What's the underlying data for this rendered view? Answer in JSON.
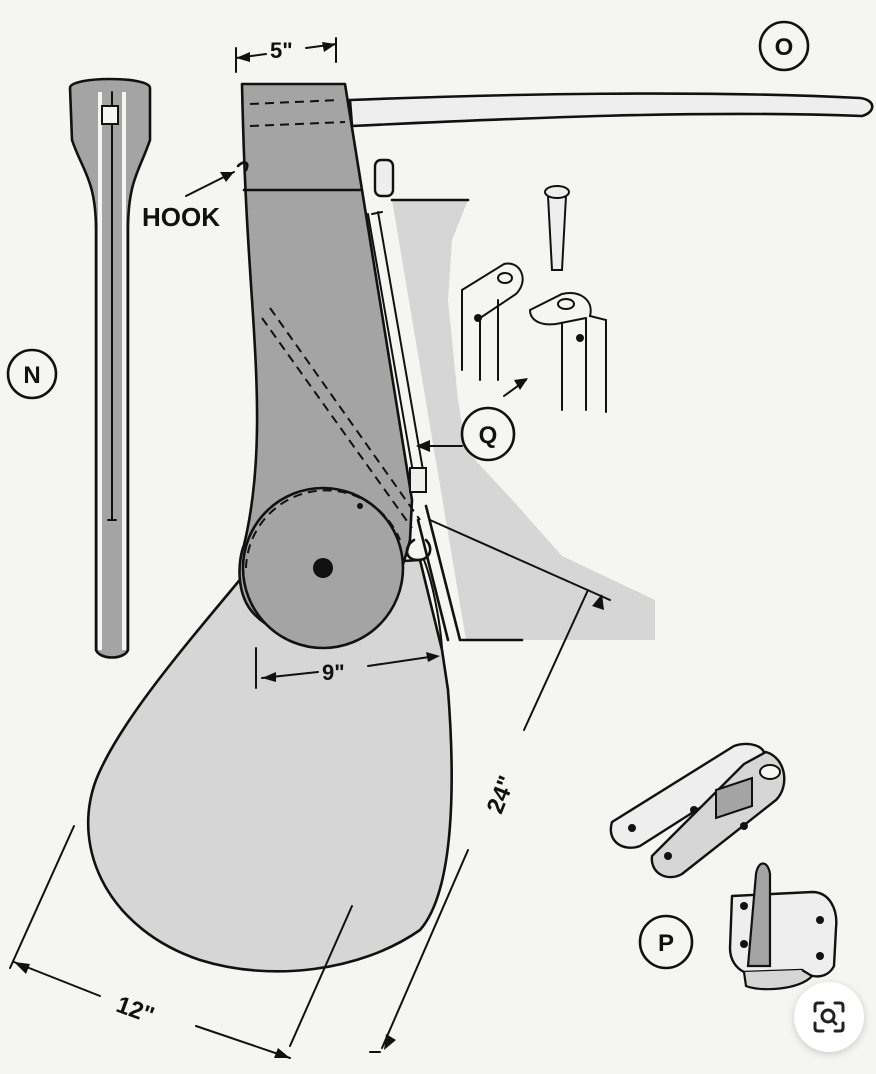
{
  "labels": {
    "dimension_top": "5\"",
    "dimension_hub": "9\"",
    "dimension_length": "24\"",
    "dimension_width": "12\"",
    "hook": "HOOK",
    "part_n": "N",
    "part_o": "O",
    "part_p": "P",
    "part_q": "Q"
  },
  "overlay": {
    "lens_icon": "visual-search-icon"
  },
  "colors": {
    "ink": "#111111",
    "fill_dark": "#a4a4a4",
    "fill_light": "#d6d6d6",
    "background": "#f5f5f3"
  }
}
